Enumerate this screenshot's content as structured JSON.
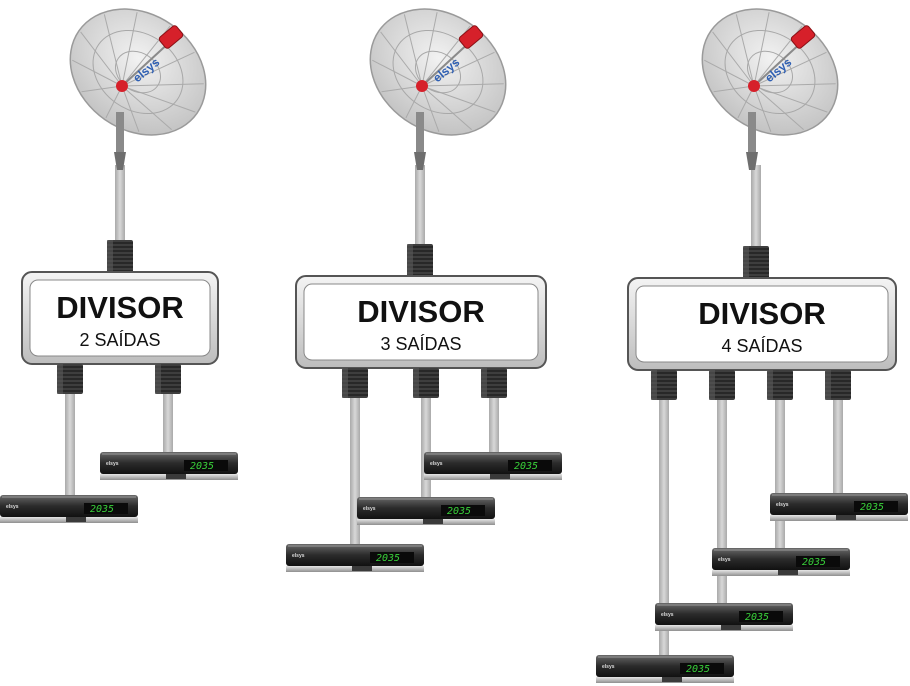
{
  "groups": [
    {
      "title": "DIVISOR",
      "outputs_label": "2 SAÍDAS",
      "outputs": 2
    },
    {
      "title": "DIVISOR",
      "outputs_label": "3 SAÍDAS",
      "outputs": 3
    },
    {
      "title": "DIVISOR",
      "outputs_label": "4 SAÍDAS",
      "outputs": 4
    }
  ],
  "receiver_display": "2035",
  "dish_brand": "elsys",
  "colors": {
    "cable": "#c4c4c4",
    "connector": "#3e3e3e",
    "lnb": "#d6202a",
    "dish": "#d9d9d9",
    "display": "#39d13a",
    "brand": "#2e5fb3"
  }
}
